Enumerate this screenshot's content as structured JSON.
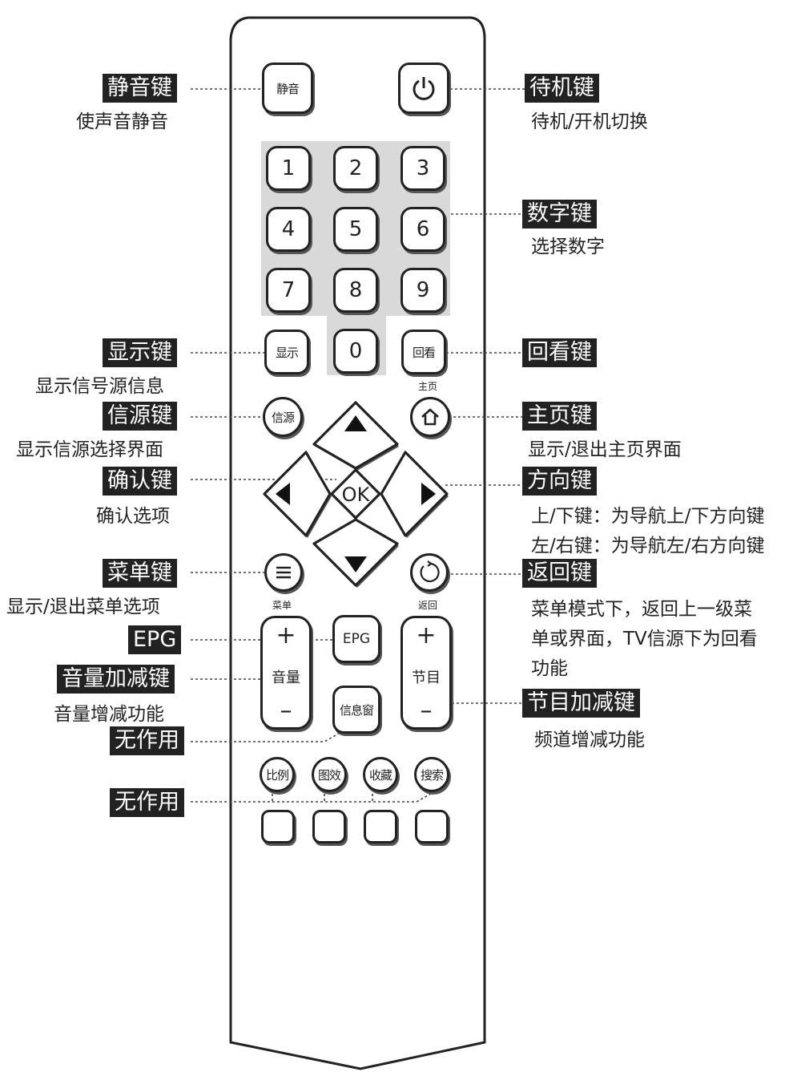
{
  "buttons": {
    "mute": "静音",
    "n1": "1",
    "n2": "2",
    "n3": "3",
    "n4": "4",
    "n5": "5",
    "n6": "6",
    "n7": "7",
    "n8": "8",
    "n9": "9",
    "n0": "0",
    "display": "显示",
    "replay": "回看",
    "home_caption": "主页",
    "source": "信源",
    "ok": "OK",
    "menu_caption": "菜单",
    "back_caption": "返回",
    "epg": "EPG",
    "info": "信息窗",
    "volume_plus": "+",
    "volume_label": "音量",
    "volume_minus": "–",
    "channel_plus": "+",
    "channel_label": "节目",
    "channel_minus": "–",
    "ratio": "比例",
    "picture": "图效",
    "favorite": "收藏",
    "search": "搜索"
  },
  "labels": {
    "mute": {
      "title": "静音键",
      "desc": "使声音静音"
    },
    "standby": {
      "title": "待机键",
      "desc": "待机/开机切换"
    },
    "number": {
      "title": "数字键",
      "desc": "选择数字"
    },
    "display": {
      "title": "显示键",
      "desc": "显示信号源信息"
    },
    "replay": {
      "title": "回看键"
    },
    "source": {
      "title": "信源键",
      "desc": "显示信源选择界面"
    },
    "home": {
      "title": "主页键",
      "desc": "显示/退出主页界面"
    },
    "ok": {
      "title": "确认键",
      "desc": "确认选项"
    },
    "direction": {
      "title": "方向键",
      "desc1": "上/下键：为导航上/下方向键",
      "desc2": "左/右键：为导航左/右方向键"
    },
    "menu": {
      "title": "菜单键",
      "desc": "显示/退出菜单选项"
    },
    "back": {
      "title": "返回键",
      "desc1": "菜单模式下，返回上一级菜",
      "desc2": "单或界面，TV信源下为回看",
      "desc3": "功能"
    },
    "epg": {
      "title": "EPG"
    },
    "volume": {
      "title": "音量加减键",
      "desc": "音量增减功能"
    },
    "info_none": {
      "title": "无作用"
    },
    "channel": {
      "title": "节目加减键",
      "desc": "频道增减功能"
    },
    "bottom_none": {
      "title": "无作用"
    }
  }
}
